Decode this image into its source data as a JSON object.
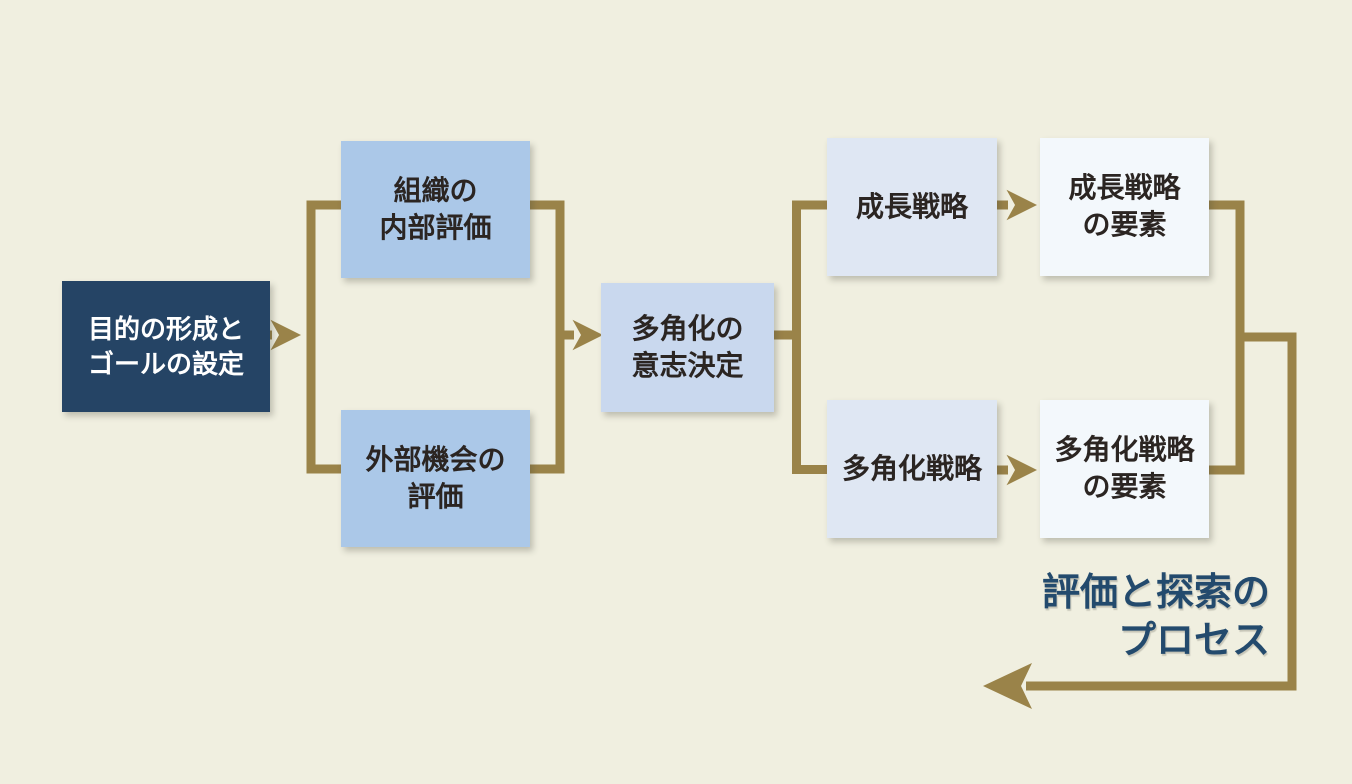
{
  "nodes": {
    "goal": {
      "label": "目的の形成と\nゴールの設定"
    },
    "internal_assessment": {
      "label": "組織の\n内部評価"
    },
    "external_opportunity": {
      "label": "外部機会の\n評価"
    },
    "diversification_decision": {
      "label": "多角化の\n意志決定"
    },
    "growth_strategy": {
      "label": "成長戦略"
    },
    "growth_strategy_elements": {
      "label": "成長戦略\nの要素"
    },
    "diversification_strategy": {
      "label": "多角化戦略"
    },
    "diversification_strategy_elements": {
      "label": "多角化戦略\nの要素"
    }
  },
  "caption": {
    "label": "評価と探索の\nプロセス"
  },
  "colors": {
    "bg": "#f0efe0",
    "gold": "#9a8349",
    "navy_box": "#254465",
    "box_blue_1": "#abc8e8",
    "box_blue_2": "#c9d8ee",
    "box_blue_3": "#dfe7f3",
    "box_blue_4": "#f3f8fc",
    "text_dark": "#2b2522",
    "caption_navy": "#234a6d"
  }
}
